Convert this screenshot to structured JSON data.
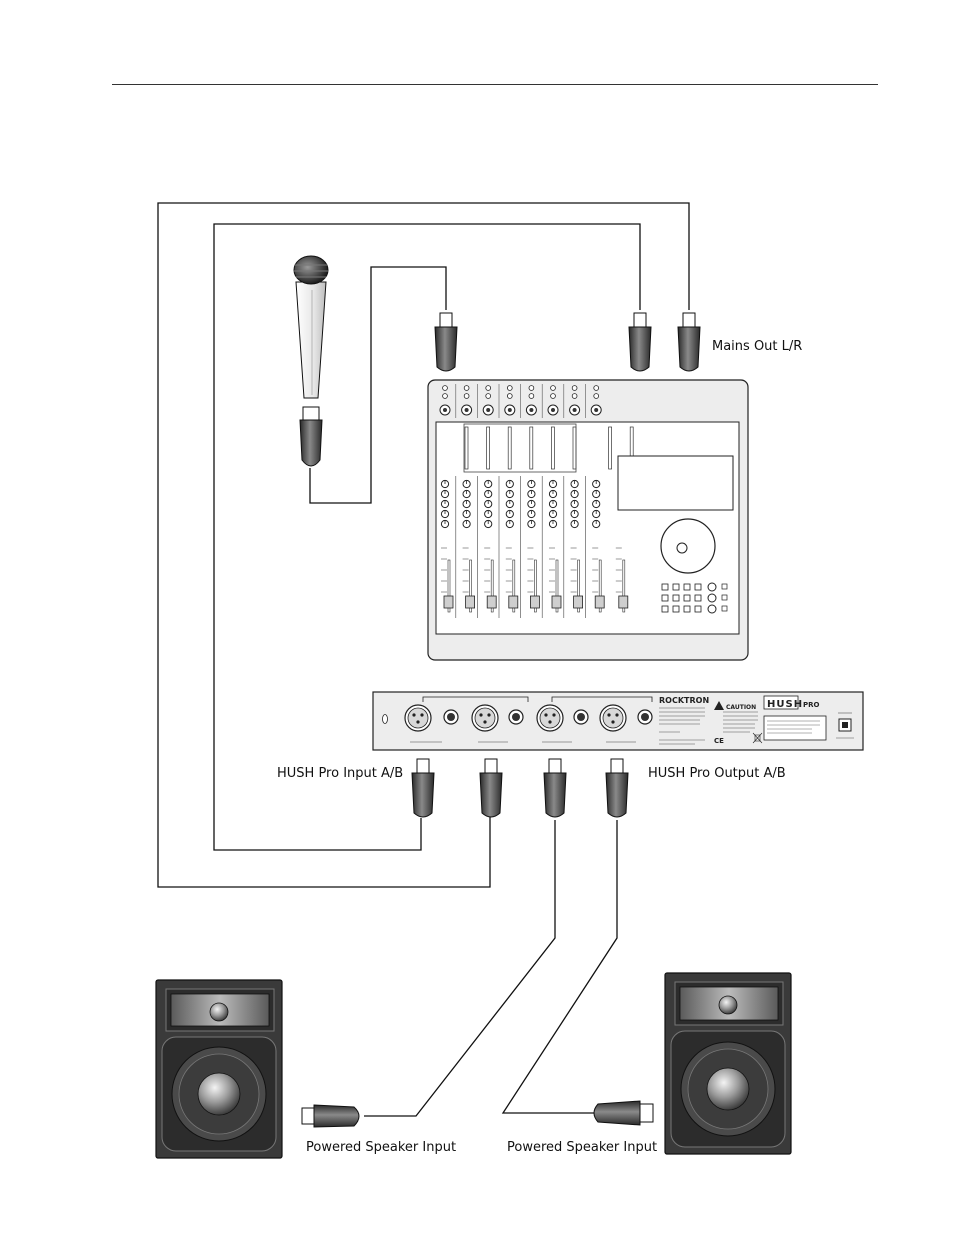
{
  "labels": {
    "mains_out": "Mains Out L/R",
    "hush_input": "HUSH Pro Input A/B",
    "hush_output": "HUSH Pro Output A/B",
    "speaker_input_left": "Powered Speaker Input",
    "speaker_input_right": "Powered Speaker Input"
  },
  "hush_panel": {
    "brand": "ROCKTRON",
    "model": "HUSH",
    "model_suffix": "PRO",
    "caution": "CAUTION",
    "ce_mark": "CE"
  },
  "mixer": {
    "channel_strips": 8
  },
  "icons": [
    "microphone-icon",
    "xlr-plug-icon",
    "speaker-icon",
    "mixer-icon",
    "rack-unit-icon"
  ],
  "colors": {
    "line": "#111111",
    "panel": "#ededed",
    "plug": "#555555",
    "speaker": "#3a3a3a"
  }
}
